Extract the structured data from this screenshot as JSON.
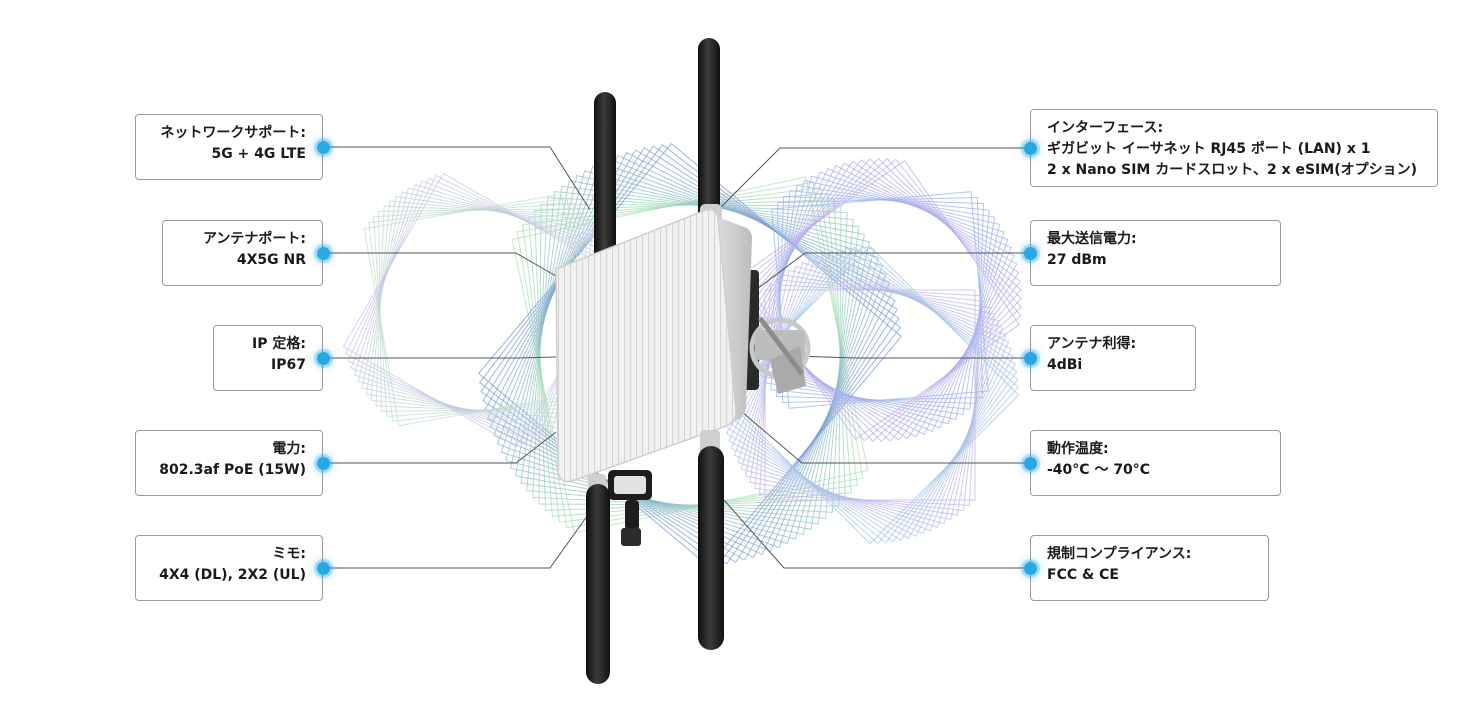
{
  "specs_left": [
    {
      "label": "ネットワークサポート:",
      "lines": [
        "5G + 4G LTE"
      ]
    },
    {
      "label": "アンテナポート:",
      "lines": [
        "4X5G NR"
      ]
    },
    {
      "label": "IP 定格:",
      "lines": [
        "IP67"
      ]
    },
    {
      "label": "電力:",
      "lines": [
        "802.3af PoE (15W)"
      ]
    },
    {
      "label": "ミモ:",
      "lines": [
        "4X4 (DL), 2X2 (UL)"
      ]
    }
  ],
  "specs_right": [
    {
      "label": "インターフェース:",
      "lines": [
        "ギガビット イーサネット RJ45 ポート (LAN) x 1",
        "2 x Nano SIM カードスロット、2 x eSIM(オプション)"
      ]
    },
    {
      "label": "最大送信電力:",
      "lines": [
        "27 dBm"
      ]
    },
    {
      "label": "アンテナ利得:",
      "lines": [
        "4dBi"
      ]
    },
    {
      "label": "動作温度:",
      "lines": [
        "-40°C ～ 70°C"
      ]
    },
    {
      "label": "規制コンプライアンス:",
      "lines": [
        "FCC & CE"
      ]
    }
  ],
  "colors": {
    "accent_dot": "#29a8e6",
    "box_border": "#9a9a9a",
    "connector": "#555555"
  },
  "product": {
    "icon": "outdoor-5g-router-with-four-antennas-icon"
  }
}
